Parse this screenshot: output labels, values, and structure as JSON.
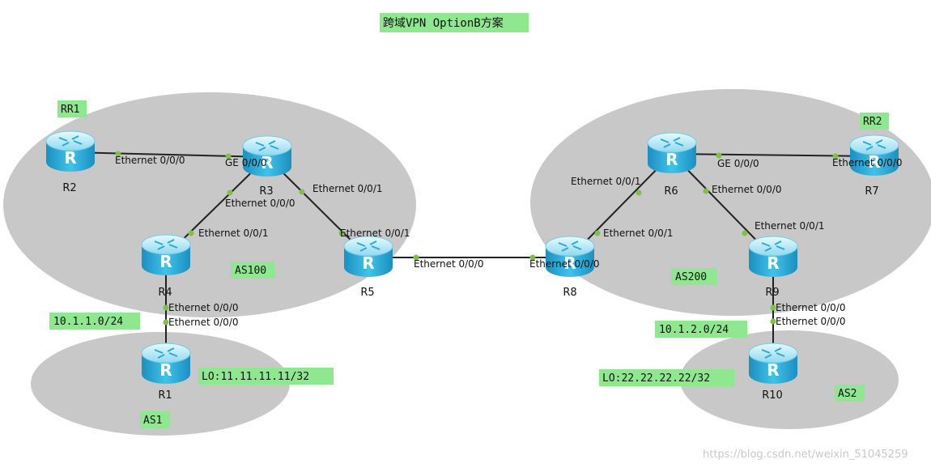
{
  "title": "跨域VPN OptionB方案",
  "colors": {
    "region": "#c8c8c8",
    "label_bg": "#8fe88f",
    "link": "#222222",
    "port_dot": "#7dc242",
    "router_top": "#c9f0fb",
    "router_body": "#2aa9d6"
  },
  "router_icon": "router-icon",
  "regions": [
    {
      "id": "as100"
    },
    {
      "id": "as200"
    },
    {
      "id": "as1"
    },
    {
      "id": "as2"
    }
  ],
  "area_labels": [
    {
      "id": "as100",
      "text": "AS100"
    },
    {
      "id": "as200",
      "text": "AS200"
    },
    {
      "id": "as1",
      "text": "AS1"
    },
    {
      "id": "as2",
      "text": "AS2"
    },
    {
      "id": "rr1",
      "text": "RR1"
    },
    {
      "id": "rr2",
      "text": "RR2"
    },
    {
      "id": "net1",
      "text": "10.1.1.0/24"
    },
    {
      "id": "net2",
      "text": "10.1.2.0/24"
    },
    {
      "id": "lo1",
      "text": "LO:11.11.11.11/32"
    },
    {
      "id": "lo2",
      "text": "LO:22.22.22.22/32"
    }
  ],
  "routers": [
    {
      "id": "R2",
      "name": "R2"
    },
    {
      "id": "R3",
      "name": "R3"
    },
    {
      "id": "R4",
      "name": "R4"
    },
    {
      "id": "R5",
      "name": "R5"
    },
    {
      "id": "R1",
      "name": "R1"
    },
    {
      "id": "R8",
      "name": "R8"
    },
    {
      "id": "R6",
      "name": "R6"
    },
    {
      "id": "R7",
      "name": "R7"
    },
    {
      "id": "R9",
      "name": "R9"
    },
    {
      "id": "R10",
      "name": "R10"
    }
  ],
  "links": [
    {
      "id": "r2-r3",
      "a": "R2",
      "b": "R3"
    },
    {
      "id": "r3-r4",
      "a": "R3",
      "b": "R4"
    },
    {
      "id": "r3-r5",
      "a": "R3",
      "b": "R5"
    },
    {
      "id": "r4-r1",
      "a": "R4",
      "b": "R1"
    },
    {
      "id": "r5-r8",
      "a": "R5",
      "b": "R8"
    },
    {
      "id": "r8-r6",
      "a": "R8",
      "b": "R6"
    },
    {
      "id": "r6-r7",
      "a": "R6",
      "b": "R7"
    },
    {
      "id": "r6-r9",
      "a": "R6",
      "b": "R9"
    },
    {
      "id": "r9-r10",
      "a": "R9",
      "b": "R10"
    }
  ],
  "ports": [
    {
      "id": "r2-e000",
      "text": "Ethernet 0/0/0"
    },
    {
      "id": "r3-ge000",
      "text": "GE 0/0/0"
    },
    {
      "id": "r3-e000",
      "text": "Ethernet 0/0/0"
    },
    {
      "id": "r4-e001",
      "text": "Ethernet 0/0/1"
    },
    {
      "id": "r3-e001",
      "text": "Ethernet 0/0/1"
    },
    {
      "id": "r5-e001",
      "text": "Ethernet 0/0/1"
    },
    {
      "id": "r5-e000",
      "text": "Ethernet 0/0/0"
    },
    {
      "id": "r8-e000",
      "text": "Ethernet 0/0/0"
    },
    {
      "id": "r4-e000",
      "text": "Ethernet 0/0/0"
    },
    {
      "id": "r1-e000",
      "text": "Ethernet 0/0/0"
    },
    {
      "id": "r6-e001",
      "text": "Ethernet 0/0/1"
    },
    {
      "id": "r8-e001",
      "text": "Ethernet 0/0/1"
    },
    {
      "id": "r6-ge000",
      "text": "GE 0/0/0"
    },
    {
      "id": "r7-e000",
      "text": "Ethernet 0/0/0"
    },
    {
      "id": "r6-e000",
      "text": "Ethernet 0/0/0"
    },
    {
      "id": "r9-e001",
      "text": "Ethernet 0/0/1"
    },
    {
      "id": "r9-e000",
      "text": "Ethernet 0/0/0"
    },
    {
      "id": "r10-e000",
      "text": "Ethernet 0/0/0"
    }
  ],
  "watermark": "https://blog.csdn.net/weixin_51045259"
}
